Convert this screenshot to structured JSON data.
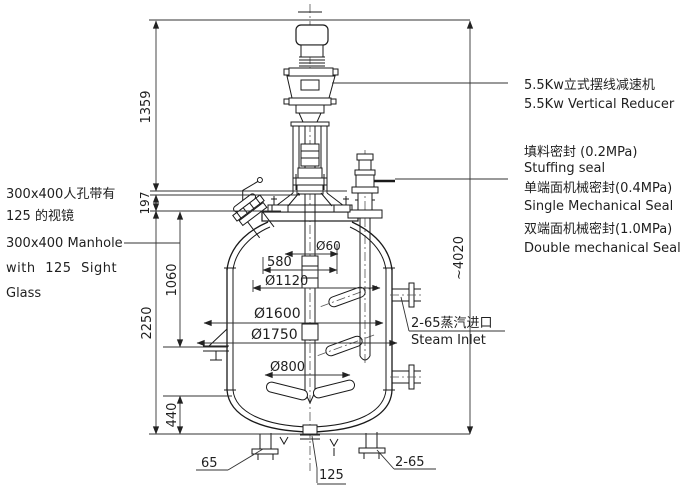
{
  "colors": {
    "background": "#ffffff",
    "line": "#1a1a1a",
    "dimension": "#333333",
    "text": "#1f1f1f"
  },
  "labels": {
    "manhole": {
      "cn1": "300x400人孔带有",
      "cn2": "125 的视镜",
      "en1": "300x400 Manhole",
      "en2": "with 125 Sight",
      "en3": "Glass"
    },
    "reducer": {
      "cn": "5.5Kw立式摆线减速机",
      "en": "5.5Kw Vertical Reducer"
    },
    "seals": {
      "stuffing_cn": "填料密封 (0.2MPa)",
      "stuffing_en": "Stuffing seal",
      "single_cn": "单端面机械密封(0.4MPa)",
      "single_en": "Single Mechanical Seal",
      "double_cn": "双端面机械密封(1.0MPa)",
      "double_en": "Double mechanical Seal"
    },
    "steam": {
      "cn": "2-65蒸汽进口",
      "en": "Steam Inlet"
    }
  },
  "dims": {
    "h1359": "1359",
    "h197": "197",
    "h2250": "2250",
    "h1060": "1060",
    "h440": "440",
    "total": "~4020",
    "d60": "Ø60",
    "w580": "580",
    "d1120": "Ø1120",
    "d1600": "Ø1600",
    "d1750": "Ø1750",
    "d800": "Ø800",
    "n65": "65",
    "n125": "125",
    "n265": "2-65"
  }
}
